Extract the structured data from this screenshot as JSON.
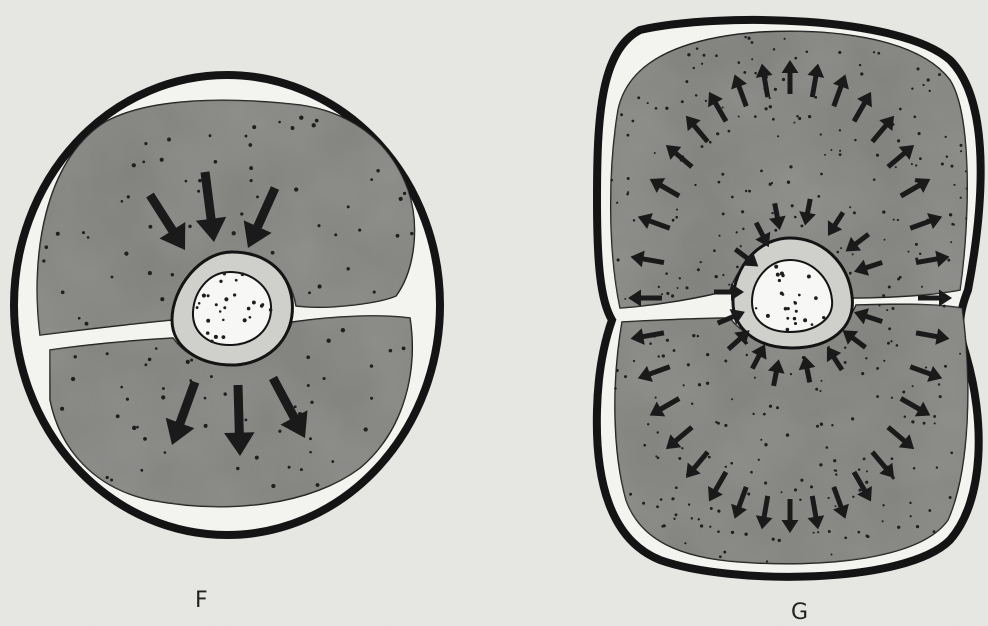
{
  "panels": [
    {
      "id": "F",
      "label": "F"
    },
    {
      "id": "G",
      "label": "G"
    }
  ],
  "colors": {
    "paper": "#e7e7e3",
    "skin_outline": "#141414",
    "subcutaneous_gap": "#f3f3f0",
    "muscle": "#7f7f7c",
    "muscle_dark": "#6f6f6c",
    "bone_cortex": "#cfcfcc",
    "marrow": "#f7f7f5",
    "arrow": "#1a1a1a",
    "dot": "#1f1f1f"
  }
}
